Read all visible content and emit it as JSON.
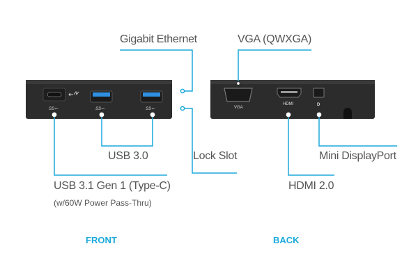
{
  "labels": {
    "gigabit_ethernet": "Gigabit Ethernet",
    "vga": "VGA (QWXGA)",
    "usb30": "USB 3.0",
    "lock_slot": "Lock Slot",
    "mini_displayport": "Mini DisplayPort",
    "usb31": "USB 3.1 Gen 1 (Type-C)",
    "usb31_note": "(w/60W Power Pass-Thru)",
    "hdmi": "HDMI 2.0"
  },
  "port_marks": {
    "vga": "VGA",
    "hdmi": "HDMI",
    "usb": "SS"
  },
  "sections": {
    "front": "FRONT",
    "back": "BACK"
  },
  "colors": {
    "accent": "#1ba9dc",
    "device": "#2b2b2b"
  }
}
